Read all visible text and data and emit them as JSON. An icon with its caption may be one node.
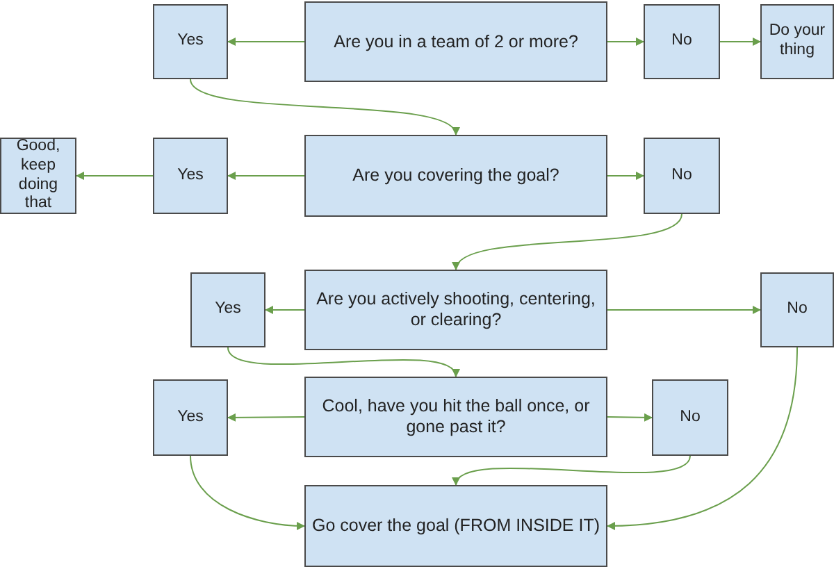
{
  "diagram": {
    "nodes": [
      {
        "text": [
          "Yes"
        ]
      },
      {
        "text": [
          "Are you in a team of 2 or more?"
        ]
      },
      {
        "text": [
          "No"
        ]
      },
      {
        "text": [
          "Do your thing"
        ]
      },
      {
        "text": [
          "Good, keep doing that"
        ]
      },
      {
        "text": [
          "Yes"
        ]
      },
      {
        "text": [
          "Are you covering the goal?"
        ]
      },
      {
        "text": [
          "No"
        ]
      },
      {
        "text": [
          "Yes"
        ]
      },
      {
        "text": [
          "Are you actively shooting, centering, or clearing?"
        ]
      },
      {
        "text": [
          "No"
        ]
      },
      {
        "text": [
          "Yes"
        ]
      },
      {
        "text": [
          "Cool, have you hit the ball once, or gone past it?"
        ]
      },
      {
        "text": [
          "No"
        ]
      },
      {
        "text": [
          "Go cover the goal (FROM INSIDE IT)"
        ]
      }
    ],
    "edges": [
      {
        "from": 1,
        "to": 0,
        "arrow": "to"
      },
      {
        "from": 1,
        "to": 2,
        "arrow": "to"
      },
      {
        "from": 2,
        "to": 3,
        "arrow": "to"
      },
      {
        "from": 0,
        "to": 6,
        "arrow": "to"
      },
      {
        "from": 6,
        "to": 5,
        "arrow": "to"
      },
      {
        "from": 5,
        "to": 4,
        "arrow": "to"
      },
      {
        "from": 6,
        "to": 7,
        "arrow": "to"
      },
      {
        "from": 7,
        "to": 9,
        "arrow": "to"
      },
      {
        "from": 9,
        "to": 8,
        "arrow": "to"
      },
      {
        "from": 9,
        "to": 10,
        "arrow": "to"
      },
      {
        "from": 8,
        "to": 12,
        "arrow": "to"
      },
      {
        "from": 12,
        "to": 11,
        "arrow": "to"
      },
      {
        "from": 12,
        "to": 13,
        "arrow": "to"
      },
      {
        "from": 13,
        "to": 14,
        "arrow": "to"
      },
      {
        "from": 11,
        "to": 14,
        "arrow": "to"
      },
      {
        "from": 10,
        "to": 14,
        "arrow": "to"
      }
    ]
  }
}
